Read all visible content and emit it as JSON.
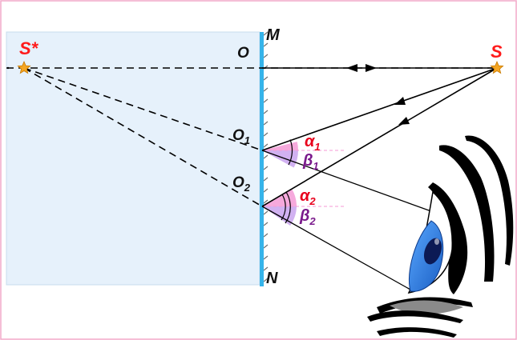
{
  "diagram": {
    "labels": {
      "virtual_source": "S*",
      "source": "S",
      "mirror_top": "M",
      "mirror_bottom": "N",
      "point_o": "O",
      "point_o1": "O",
      "point_o1_sub": "1",
      "point_o2": "O",
      "point_o2_sub": "2",
      "alpha1": "α",
      "alpha1_sub": "1",
      "beta1": "β",
      "beta1_sub": "1",
      "alpha2": "α",
      "alpha2_sub": "2",
      "beta2": "β",
      "beta2_sub": "2"
    },
    "colors": {
      "frame": "#f2a8c8",
      "virtual_region": "#e6f1fb",
      "mirror": "#36b4ea",
      "mirror_hatch": "#707070",
      "source_star": "#f5a623",
      "source_label": "#ff1a1a",
      "alpha_label": "#e8001c",
      "beta_label": "#7a1a8c",
      "angle_fill_alpha": "#f59ad6",
      "angle_fill_beta": "#c9a3ef",
      "iris": "#2a7fe0",
      "pupil": "#0c1a55"
    }
  }
}
